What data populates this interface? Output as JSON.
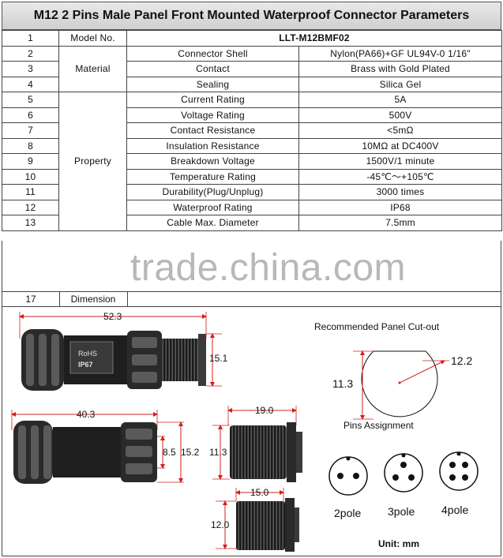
{
  "title": "M12 2 Pins Male Panel Front Mounted Waterproof Connector Parameters",
  "rows": {
    "r1": {
      "num": "1",
      "item": "Model No.",
      "value": "LLT-M12BMF02"
    },
    "material_group": "Material",
    "property_group": "Property",
    "r2": {
      "num": "2",
      "item": "Connector Shell",
      "value": "Nylon(PA66)+GF UL94V-0 1/16\""
    },
    "r3": {
      "num": "3",
      "item": "Contact",
      "value": "Brass with Gold Plated"
    },
    "r4": {
      "num": "4",
      "item": "Sealing",
      "value": "Silica Gel"
    },
    "r5": {
      "num": "5",
      "item": "Current Rating",
      "value": "5A"
    },
    "r6": {
      "num": "6",
      "item": "Voltage Rating",
      "value": "500V"
    },
    "r7": {
      "num": "7",
      "item": "Contact Resistance",
      "value": "<5mΩ"
    },
    "r8": {
      "num": "8",
      "item": "Insulation Resistance",
      "value": "10MΩ at DC400V"
    },
    "r9": {
      "num": "9",
      "item": "Breakdown Voltage",
      "value": "1500V/1 minute"
    },
    "r10": {
      "num": "10",
      "item": "Temperature Rating",
      "value": "-45℃～+105℃"
    },
    "r11": {
      "num": "11",
      "item": "Durability(Plug/Unplug)",
      "value": "3000 times"
    },
    "r12": {
      "num": "12",
      "item": "Waterproof Rating",
      "value": "IP68"
    },
    "r13": {
      "num": "13",
      "item": "Cable Max. Diameter",
      "value": "7.5mm"
    },
    "r17": {
      "num": "17",
      "item": "Dimension"
    }
  },
  "watermark": "trade.china.com",
  "drawing": {
    "dims": {
      "d1_len": "52.3",
      "d1_h": "15.1",
      "d2_len": "40.3",
      "d2_h1": "8.5",
      "d2_h2": "15.2",
      "d3_len": "19.0",
      "d3_h": "11.3",
      "d4_len": "15.0",
      "d4_h": "12.0",
      "cut_h": "11.3",
      "cut_r": "12.2"
    },
    "badge_line1": "RoHS",
    "badge_line2": "IP67",
    "cutout_title": "Recommended Panel Cut-out",
    "pins_title": "Pins Assignment",
    "pins": [
      "2pole",
      "3pole",
      "4pole"
    ],
    "unit": "Unit: mm"
  }
}
